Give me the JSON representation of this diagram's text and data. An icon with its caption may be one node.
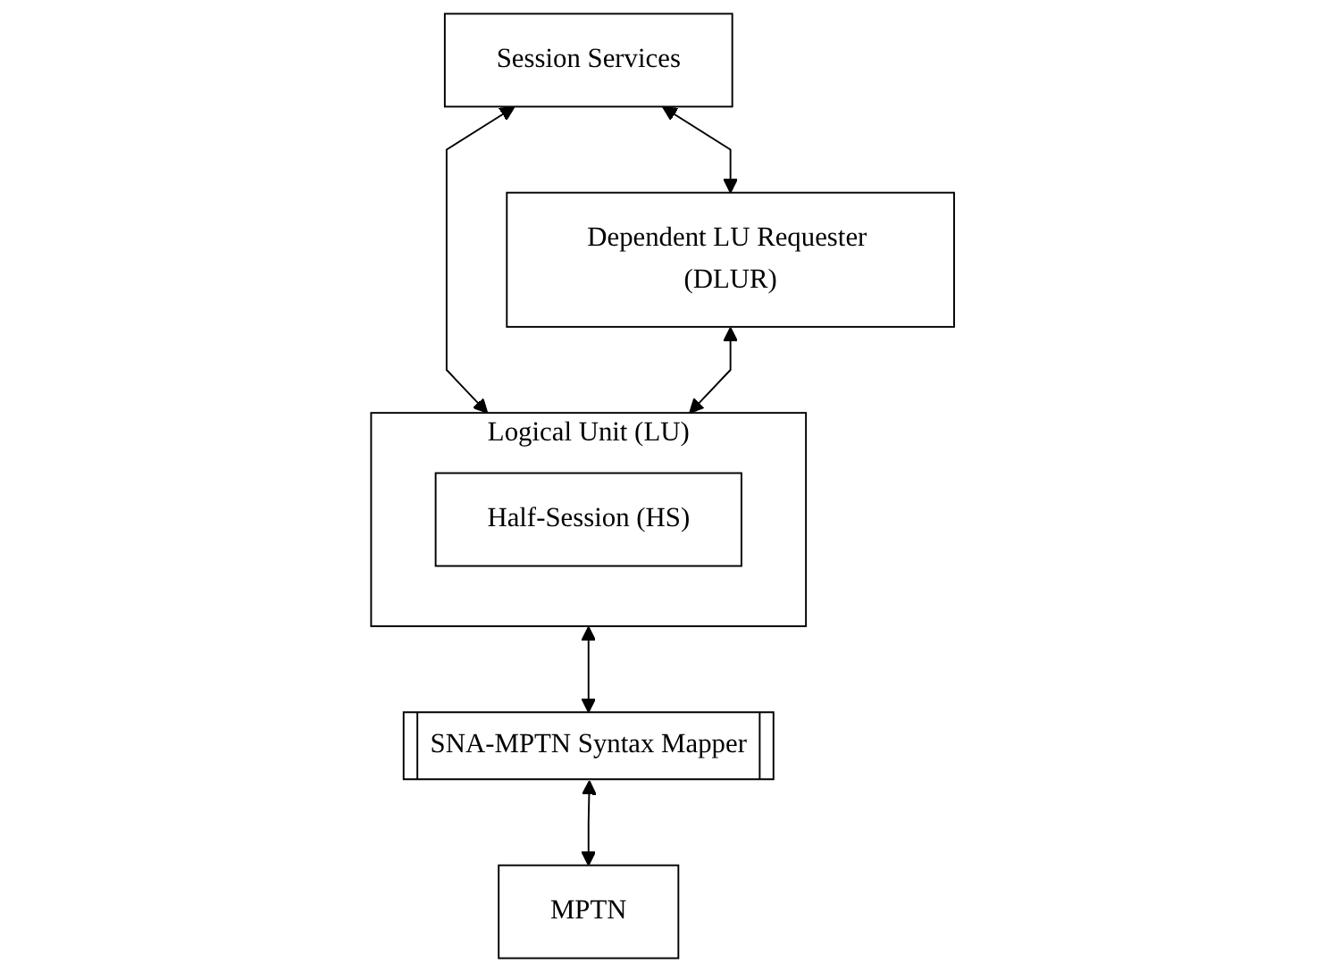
{
  "diagram": {
    "nodes": [
      {
        "text": [
          "Session Services"
        ]
      },
      {
        "text": [
          "Dependent LU Requester (DLUR)"
        ]
      },
      {
        "text": [
          "Logical Unit (LU)"
        ]
      },
      {
        "text": [
          "Half-Session (HS)"
        ],
        "in": 2
      },
      {
        "text": [
          "SNA-MPTN Syntax Mapper"
        ]
      },
      {
        "text": [
          "MPTN"
        ]
      }
    ],
    "edges": [
      {
        "from": 0,
        "to": 2,
        "arrow": "both"
      },
      {
        "from": 0,
        "to": 1,
        "arrow": "both"
      },
      {
        "from": 1,
        "to": 2,
        "arrow": "both"
      },
      {
        "from": 2,
        "to": 4,
        "arrow": "both"
      },
      {
        "from": 4,
        "to": 5,
        "arrow": "both"
      }
    ]
  }
}
